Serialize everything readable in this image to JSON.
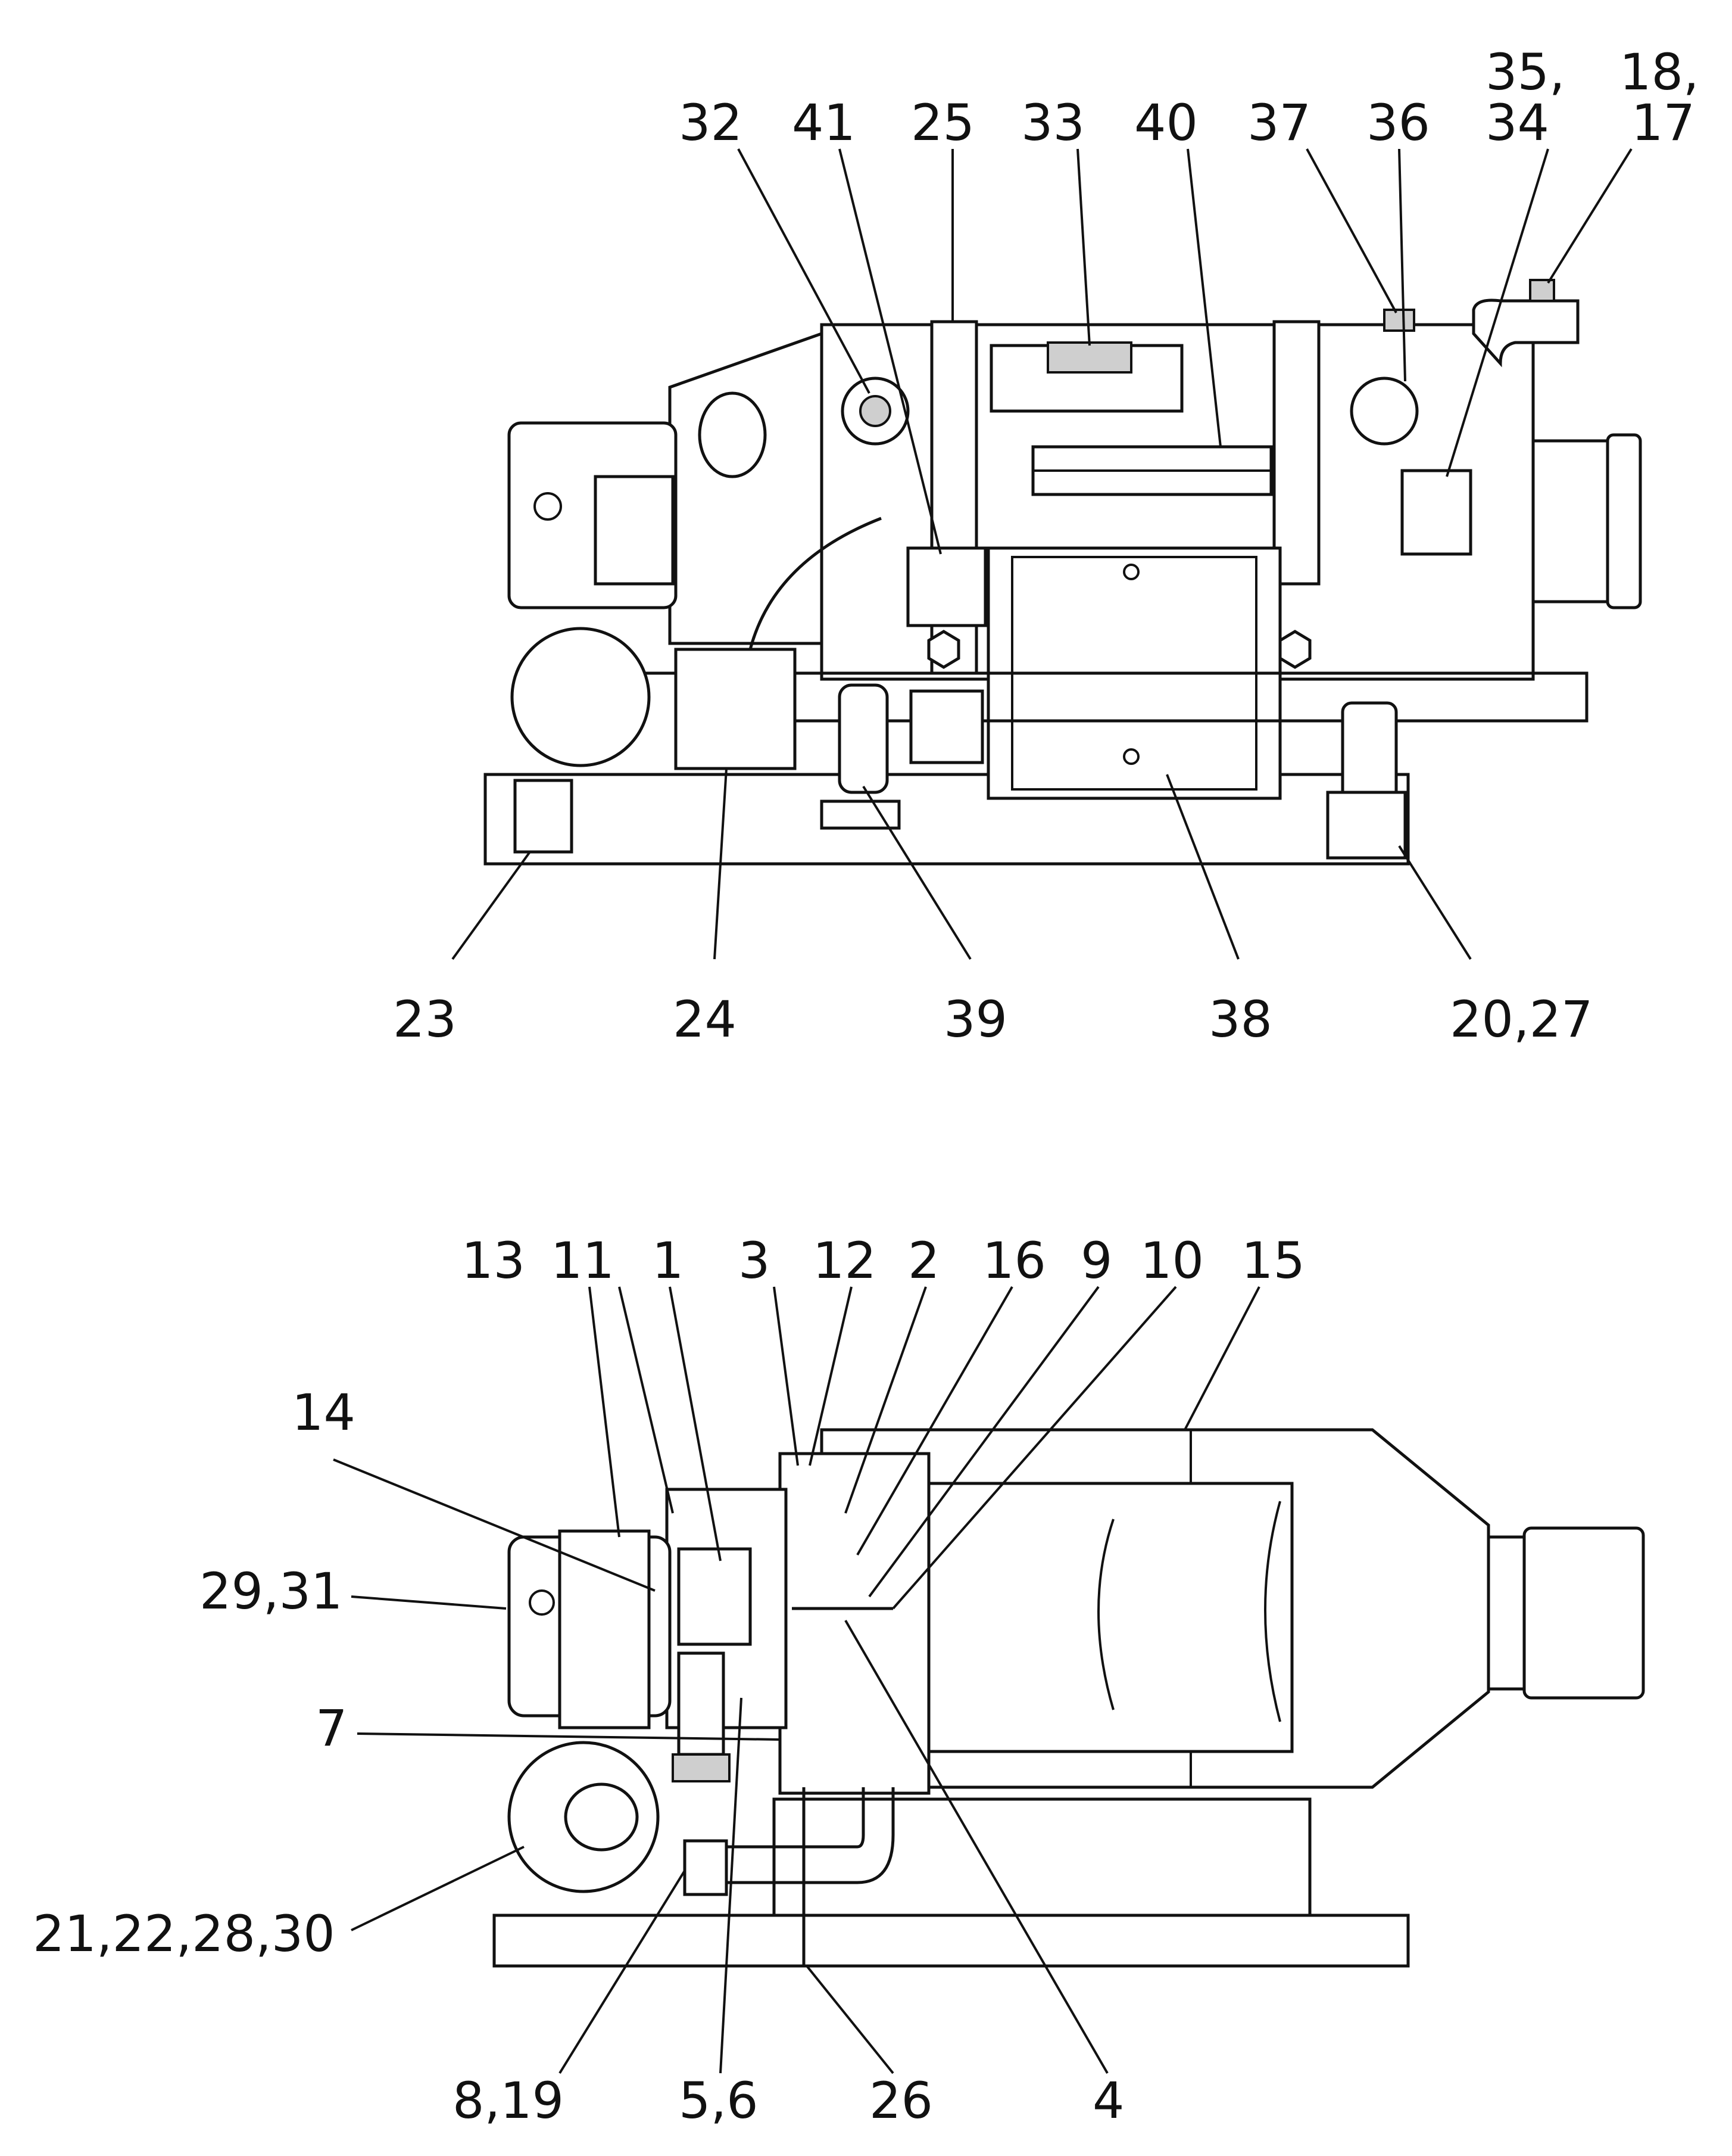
{
  "top_view": {
    "callouts": [
      "32",
      "41",
      "25",
      "33",
      "40",
      "37",
      "36",
      "35,",
      "34",
      "18,",
      "17",
      "23",
      "24",
      "39",
      "38",
      "20,27"
    ]
  },
  "bottom_view": {
    "callouts": [
      "13",
      "11",
      "1",
      "3",
      "12",
      "2",
      "16",
      "9",
      "10",
      "15",
      "14",
      "29,31",
      "7",
      "21,22,28,30",
      "8,19",
      "5,6",
      "26",
      "4"
    ]
  }
}
